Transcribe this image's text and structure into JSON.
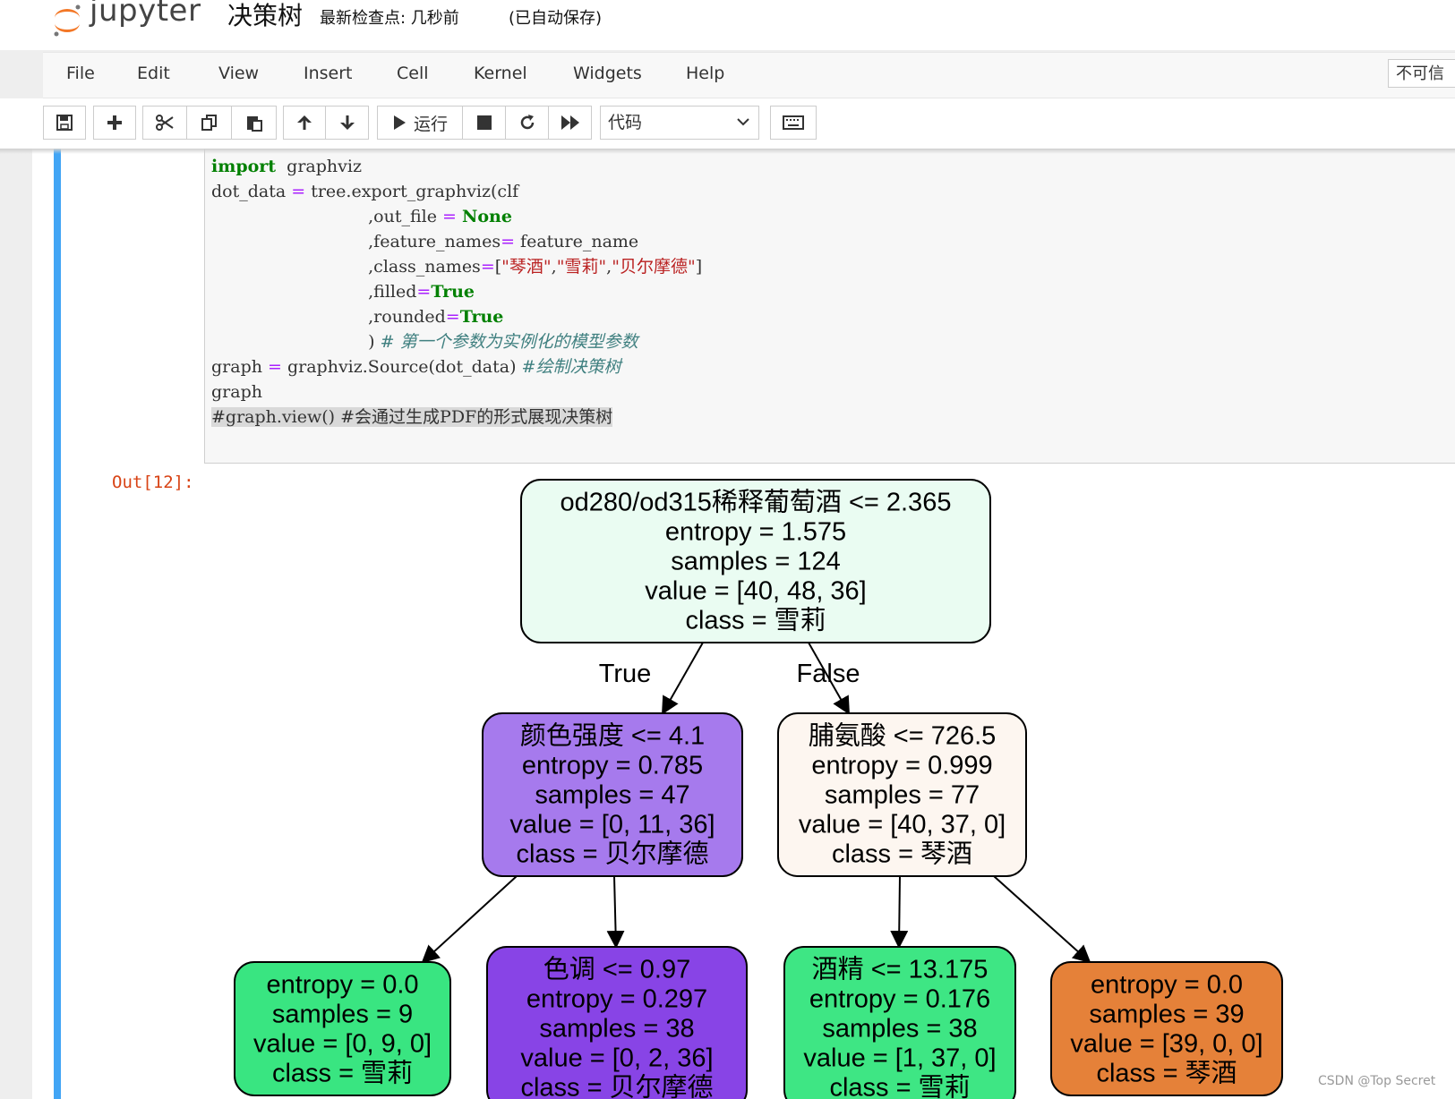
{
  "header": {
    "logo_text": "jupyter",
    "notebook_title": "决策树",
    "checkpoint": "最新检查点: 几秒前",
    "autosave": "(已自动保存)"
  },
  "menu": {
    "items": [
      "File",
      "Edit",
      "View",
      "Insert",
      "Cell",
      "Kernel",
      "Widgets",
      "Help"
    ],
    "trusted_label": "不可信"
  },
  "toolbar": {
    "run_label": "运行",
    "cell_type": "代码"
  },
  "code": {
    "lines": [
      [
        [
          "kw",
          "import"
        ],
        [
          "",
          "  graphviz"
        ]
      ],
      [
        [
          "",
          "dot_data "
        ],
        [
          "op",
          "="
        ],
        [
          "",
          "",
          " "
        ],
        [
          "",
          "tree.export_graphviz(clf"
        ]
      ],
      [
        [
          "",
          "                             ,out_file "
        ],
        [
          "op",
          "="
        ],
        [
          "",
          "",
          " "
        ],
        [
          "kw",
          "None"
        ]
      ],
      [
        [
          "",
          "                             ,feature_names"
        ],
        [
          "op",
          "="
        ],
        [
          "",
          "",
          " feature_name"
        ]
      ],
      [
        [
          "",
          "                             ,class_names"
        ],
        [
          "op",
          "="
        ],
        [
          "",
          "["
        ],
        [
          "str",
          "\"琴酒\""
        ],
        [
          "",
          ","
        ],
        [
          "str",
          "\"雪莉\""
        ],
        [
          "",
          ","
        ],
        [
          "str",
          "\"贝尔摩德\""
        ],
        [
          "",
          "]"
        ]
      ],
      [
        [
          "",
          "                             ,filled"
        ],
        [
          "op",
          "="
        ],
        [
          "kw",
          "True"
        ]
      ],
      [
        [
          "",
          "                             ,rounded"
        ],
        [
          "op",
          "="
        ],
        [
          "kw",
          "True"
        ]
      ],
      [
        [
          "",
          "                             ) "
        ],
        [
          "com",
          "# 第一个参数为实例化的模型参数"
        ]
      ],
      [
        [
          "",
          "graph "
        ],
        [
          "op",
          "="
        ],
        [
          "",
          "",
          " graphviz.Source(dot_data) "
        ],
        [
          "com",
          "#绘制决策树"
        ]
      ],
      [
        [
          "",
          "graph"
        ]
      ],
      [
        [
          "sel",
          "#graph.view() #会通过生成PDF的形式展现决策树"
        ]
      ]
    ]
  },
  "output": {
    "prompt": "Out[12]:"
  },
  "tree_data": {
    "nodes": [
      {
        "id": "root",
        "lines": [
          "od280/od315稀释葡萄酒 <= 2.365",
          "entropy = 1.575",
          "samples = 124",
          "value = [40, 48, 36]",
          "class = 雪莉"
        ],
        "fill": "#eafcf2"
      },
      {
        "id": "n1",
        "lines": [
          "颜色强度 <= 4.1",
          "entropy = 0.785",
          "samples = 47",
          "value = [0, 11, 36]",
          "class = 贝尔摩德"
        ],
        "fill": "#a67aed"
      },
      {
        "id": "n2",
        "lines": [
          "脯氨酸 <= 726.5",
          "entropy = 0.999",
          "samples = 77",
          "value = [40, 37, 0]",
          "class = 琴酒"
        ],
        "fill": "#fdf6f0"
      },
      {
        "id": "n3",
        "lines": [
          "entropy = 0.0",
          "samples = 9",
          "value = [0, 9, 0]",
          "class = 雪莉"
        ],
        "fill": "#39e581"
      },
      {
        "id": "n4",
        "lines": [
          "色调 <= 0.97",
          "entropy = 0.297",
          "samples = 38",
          "value = [0, 2, 36]",
          "class = 贝尔摩德"
        ],
        "fill": "#8844e6"
      },
      {
        "id": "n5",
        "lines": [
          "酒精 <= 13.175",
          "entropy = 0.176",
          "samples = 38",
          "value = [1, 37, 0]",
          "class = 雪莉"
        ],
        "fill": "#3ee684"
      },
      {
        "id": "n6",
        "lines": [
          "entropy = 0.0",
          "samples = 39",
          "value = [39, 0, 0]",
          "class = 琴酒"
        ],
        "fill": "#e58139"
      }
    ],
    "edges": [
      {
        "from": "root",
        "to": "n1",
        "label": "True"
      },
      {
        "from": "root",
        "to": "n2",
        "label": "False"
      },
      {
        "from": "n1",
        "to": "n3",
        "label": ""
      },
      {
        "from": "n1",
        "to": "n4",
        "label": ""
      },
      {
        "from": "n2",
        "to": "n5",
        "label": ""
      },
      {
        "from": "n2",
        "to": "n6",
        "label": ""
      }
    ]
  },
  "watermark": "CSDN @Top Secret"
}
